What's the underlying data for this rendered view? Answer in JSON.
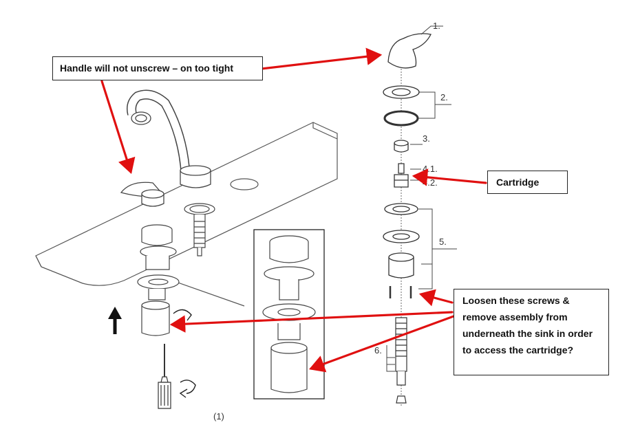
{
  "callouts": {
    "handle": "Handle will not unscrew – on too tight",
    "cartridge": "Cartridge",
    "screws": "Loosen these screws & remove assembly from underneath the sink in order to access the cartridge?"
  },
  "part_labels": [
    "1.",
    "2.",
    "3.",
    "4.1.",
    "4.2.",
    "5.",
    "6."
  ],
  "step_label": "(1)",
  "colors": {
    "arrow": "#e01010",
    "line": "#555555",
    "panel": "#222222"
  },
  "icons": [
    "up-arrow-icon",
    "rotate-arrow-icon",
    "screwdriver-icon"
  ]
}
